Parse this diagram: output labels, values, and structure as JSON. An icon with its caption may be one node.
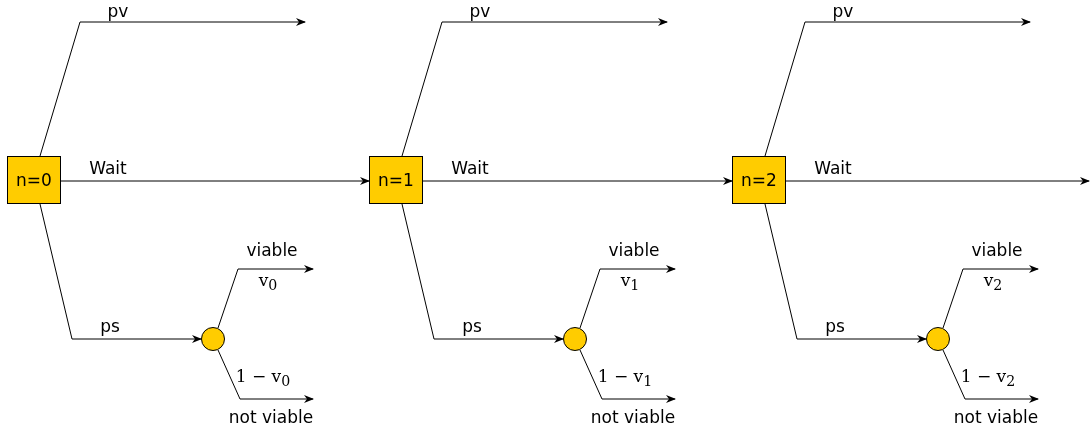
{
  "diagram": {
    "nodes": [
      {
        "text": [
          "n=0"
        ]
      },
      {
        "text": [],
        "shape": "circle"
      },
      {
        "text": [
          "n=1"
        ]
      },
      {
        "text": [],
        "shape": "circle"
      },
      {
        "text": [
          "n=2"
        ]
      },
      {
        "text": [],
        "shape": "circle"
      }
    ],
    "edges": [
      {
        "from": 0,
        "to": null,
        "arrow": "to",
        "label": "pv"
      },
      {
        "from": 0,
        "to": 2,
        "arrow": "to",
        "label": "Wait"
      },
      {
        "from": 0,
        "to": 1,
        "arrow": "to",
        "label": "ps"
      },
      {
        "from": 1,
        "to": null,
        "arrow": "to",
        "label": "viable"
      },
      {
        "from": 1,
        "to": null,
        "arrow": "to",
        "label": "not viable"
      },
      {
        "from": 2,
        "to": null,
        "arrow": "to",
        "label": "pv"
      },
      {
        "from": 2,
        "to": 4,
        "arrow": "to",
        "label": "Wait"
      },
      {
        "from": 2,
        "to": 3,
        "arrow": "to",
        "label": "ps"
      },
      {
        "from": 3,
        "to": null,
        "arrow": "to",
        "label": "viable"
      },
      {
        "from": 3,
        "to": null,
        "arrow": "to",
        "label": "not viable"
      },
      {
        "from": 4,
        "to": null,
        "arrow": "to",
        "label": "pv"
      },
      {
        "from": 4,
        "to": null,
        "arrow": "to",
        "label": "Wait"
      },
      {
        "from": 4,
        "to": 5,
        "arrow": "to",
        "label": "ps"
      },
      {
        "from": 5,
        "to": null,
        "arrow": "to",
        "label": "viable"
      },
      {
        "from": 5,
        "to": null,
        "arrow": "to",
        "label": "not viable"
      }
    ],
    "labels": [
      "v$_{0}$",
      "1 − v$_{0}$",
      "v$_{1}$",
      "1 − v$_{1}$",
      "v$_{2}$",
      "1 − v$_{2}$"
    ]
  }
}
